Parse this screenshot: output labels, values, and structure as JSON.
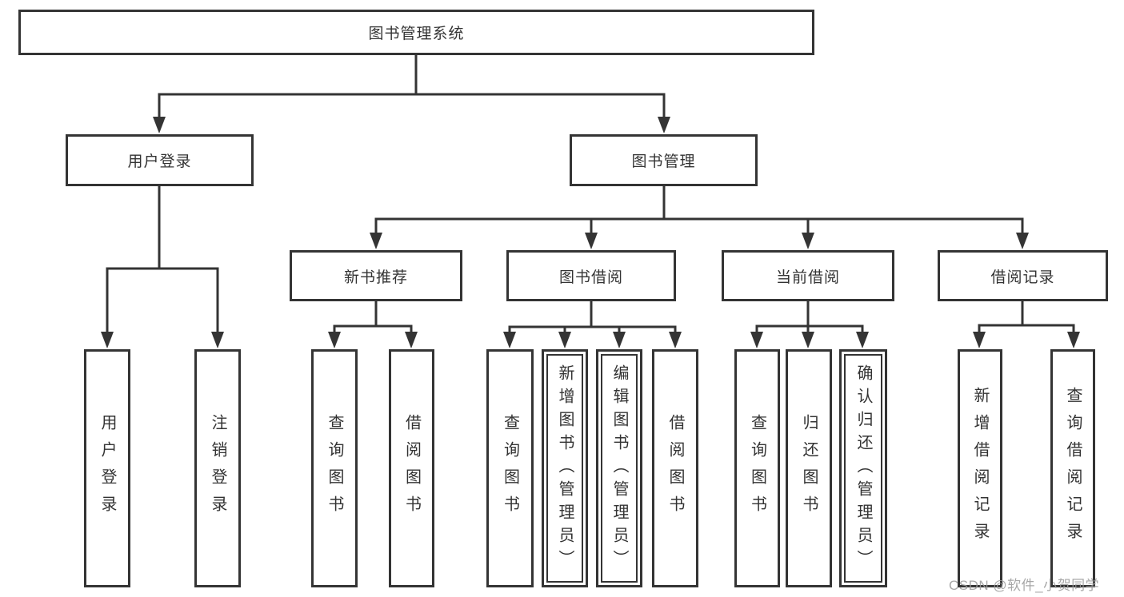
{
  "title": "图书管理系统",
  "nodes": {
    "root": "图书管理系统",
    "user_login": "用户登录",
    "book_mgmt": "图书管理",
    "new_books": "新书推荐",
    "book_borrow": "图书借阅",
    "current_borrow": "当前借阅",
    "borrow_records": "借阅记录",
    "user_login_leaf": "用户登录",
    "logout_leaf": "注销登录",
    "query_books_1": "查询图书",
    "borrow_books_1": "借阅图书",
    "query_books_2": "查询图书",
    "add_books_admin": "新增图书（管理员）",
    "edit_books_admin": "编辑图书（管理员）",
    "borrow_books_2": "借阅图书",
    "query_books_3": "查询图书",
    "return_books": "归还图书",
    "confirm_return_admin": "确认归还（管理员）",
    "add_borrow_record": "新增借阅记录",
    "query_borrow_record": "查询借阅记录"
  },
  "hierarchy": {
    "图书管理系统": {
      "用户登录": [
        "用户登录",
        "注销登录"
      ],
      "图书管理": {
        "新书推荐": [
          "查询图书",
          "借阅图书"
        ],
        "图书借阅": [
          "查询图书",
          "新增图书（管理员）",
          "编辑图书（管理员）",
          "借阅图书"
        ],
        "当前借阅": [
          "查询图书",
          "归还图书",
          "确认归还（管理员）"
        ],
        "借阅记录": [
          "新增借阅记录",
          "查询借阅记录"
        ]
      }
    }
  },
  "watermark": "CSDN @软件_小贺同学",
  "colors": {
    "line": "#343434",
    "text": "#333333",
    "watermark": "#9b9b9b",
    "background": "#ffffff"
  }
}
